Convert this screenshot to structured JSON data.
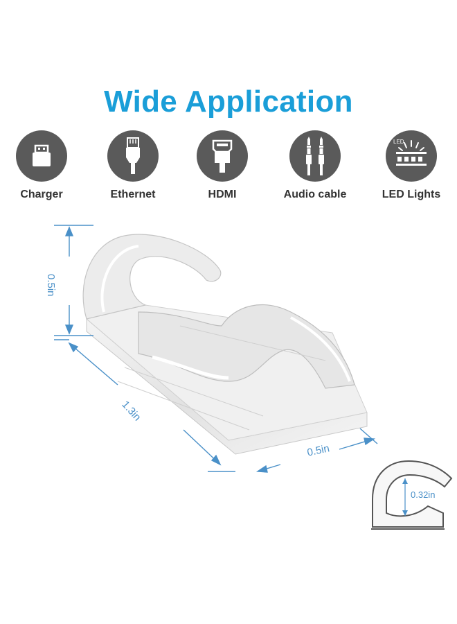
{
  "header": {
    "title": "Wide Application"
  },
  "applications": [
    {
      "label": "Charger",
      "icon": "usb-plug-icon"
    },
    {
      "label": "Ethernet",
      "icon": "ethernet-cable-icon"
    },
    {
      "label": "HDMI",
      "icon": "hdmi-plug-icon"
    },
    {
      "label": "Audio cable",
      "icon": "audio-jack-icon"
    },
    {
      "label": "LED Lights",
      "icon": "led-light-icon",
      "icon_text": "LED"
    }
  ],
  "dimensions": {
    "height": "0.5in",
    "length": "1.3in",
    "width": "0.5in",
    "opening": "0.32in"
  },
  "colors": {
    "title": "#1a9ed8",
    "icon_circle": "#5a5a5a",
    "dimension_lines": "#4a90c8"
  }
}
